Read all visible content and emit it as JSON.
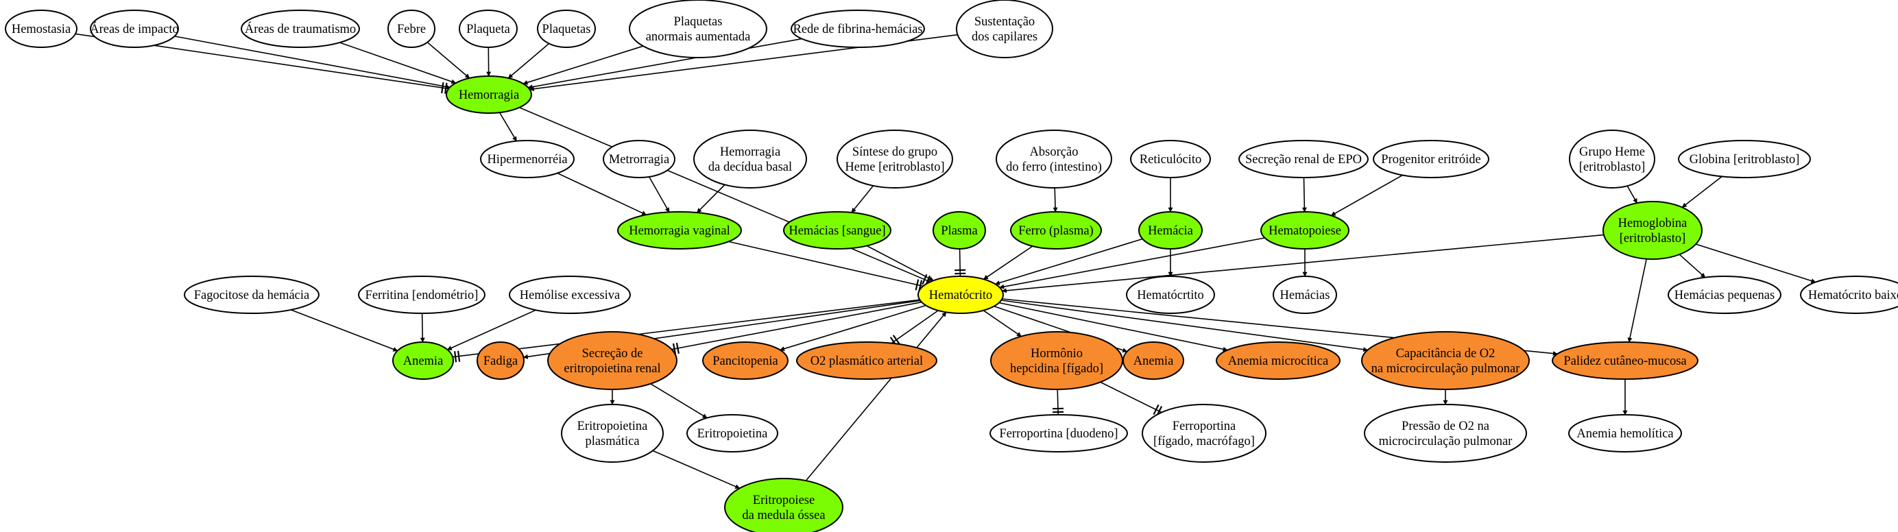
{
  "colors": {
    "white": "#ffffff",
    "green": "#7cfc00",
    "yellow": "#ffff00",
    "orange": "#f88a2e",
    "stroke": "#000000"
  },
  "nodes": [
    {
      "id": "hemostasia",
      "label": [
        "Hemostasia"
      ],
      "fill": "white"
    },
    {
      "id": "areas_impacto",
      "label": [
        "Áreas de impacto"
      ],
      "fill": "white"
    },
    {
      "id": "areas_trauma",
      "label": [
        "Áreas de traumatismo"
      ],
      "fill": "white"
    },
    {
      "id": "febre",
      "label": [
        "Febre"
      ],
      "fill": "white"
    },
    {
      "id": "plaqueta",
      "label": [
        "Plaqueta"
      ],
      "fill": "white"
    },
    {
      "id": "plaquetas",
      "label": [
        "Plaquetas"
      ],
      "fill": "white"
    },
    {
      "id": "plaquetas_anormais",
      "label": [
        "Plaquetas",
        "anormais aumentada"
      ],
      "fill": "white"
    },
    {
      "id": "rede_fibrina",
      "label": [
        "Rede de fibrina-hemácias"
      ],
      "fill": "white"
    },
    {
      "id": "sustentacao",
      "label": [
        "Sustentação",
        "dos capilares"
      ],
      "fill": "white"
    },
    {
      "id": "hemorragia",
      "label": [
        "Hemorragia"
      ],
      "fill": "green"
    },
    {
      "id": "hipermenorreia",
      "label": [
        "Hipermenorréia"
      ],
      "fill": "white"
    },
    {
      "id": "metrorragia",
      "label": [
        "Metrorragia"
      ],
      "fill": "white"
    },
    {
      "id": "hem_decidua",
      "label": [
        "Hemorragia",
        "da decídua basal"
      ],
      "fill": "white"
    },
    {
      "id": "sintese_heme",
      "label": [
        "Síntese do grupo",
        "Heme [eritroblasto]"
      ],
      "fill": "white"
    },
    {
      "id": "absorcao_ferro",
      "label": [
        "Absorção",
        "do ferro (intestino)"
      ],
      "fill": "white"
    },
    {
      "id": "reticulocito",
      "label": [
        "Reticulócito"
      ],
      "fill": "white"
    },
    {
      "id": "secrecao_epo",
      "label": [
        "Secreção renal de EPO"
      ],
      "fill": "white"
    },
    {
      "id": "progenitor",
      "label": [
        "Progenitor eritróide"
      ],
      "fill": "white"
    },
    {
      "id": "grupo_heme",
      "label": [
        "Grupo Heme",
        "[eritroblasto]"
      ],
      "fill": "white"
    },
    {
      "id": "globina",
      "label": [
        "Globina [eritroblasto]"
      ],
      "fill": "white"
    },
    {
      "id": "hem_vaginal",
      "label": [
        "Hemorragia vaginal"
      ],
      "fill": "green"
    },
    {
      "id": "hemacias_sangue",
      "label": [
        "Hemácias [sangue]"
      ],
      "fill": "green"
    },
    {
      "id": "plasma",
      "label": [
        "Plasma"
      ],
      "fill": "green"
    },
    {
      "id": "ferro_plasma",
      "label": [
        "Ferro (plasma)"
      ],
      "fill": "green"
    },
    {
      "id": "hemacia",
      "label": [
        "Hemácia"
      ],
      "fill": "green"
    },
    {
      "id": "hematopoiese",
      "label": [
        "Hematopoiese"
      ],
      "fill": "green"
    },
    {
      "id": "hemoglobina",
      "label": [
        "Hemoglobina",
        "[eritroblasto]"
      ],
      "fill": "green"
    },
    {
      "id": "hematocrito",
      "label": [
        "Hematócrito"
      ],
      "fill": "yellow"
    },
    {
      "id": "fagocitose",
      "label": [
        "Fagocitose da hemácia"
      ],
      "fill": "white"
    },
    {
      "id": "ferritina",
      "label": [
        "Ferritina [endométrio]"
      ],
      "fill": "white"
    },
    {
      "id": "hemolise",
      "label": [
        "Hemólise excessiva"
      ],
      "fill": "white"
    },
    {
      "id": "hematocrtito",
      "label": [
        "Hematócrtito"
      ],
      "fill": "white"
    },
    {
      "id": "hemacias",
      "label": [
        "Hemácias"
      ],
      "fill": "white"
    },
    {
      "id": "hemacias_peq",
      "label": [
        "Hemácias pequenas"
      ],
      "fill": "white"
    },
    {
      "id": "hematocrito_baixo",
      "label": [
        "Hematócrito baixo"
      ],
      "fill": "white"
    },
    {
      "id": "anemia_green",
      "label": [
        "Anemia"
      ],
      "fill": "green"
    },
    {
      "id": "fadiga",
      "label": [
        "Fadiga"
      ],
      "fill": "orange"
    },
    {
      "id": "secrecao_eritro",
      "label": [
        "Secreção de",
        "eritropoietina renal"
      ],
      "fill": "orange"
    },
    {
      "id": "pancitopenia",
      "label": [
        "Pancitopenia"
      ],
      "fill": "orange"
    },
    {
      "id": "o2_plasmatico",
      "label": [
        "O2 plasmático arterial"
      ],
      "fill": "orange"
    },
    {
      "id": "hepcidina",
      "label": [
        "Hormônio",
        "hepcidina [fígado]"
      ],
      "fill": "orange"
    },
    {
      "id": "anemia_orange",
      "label": [
        "Anemia"
      ],
      "fill": "orange"
    },
    {
      "id": "anemia_micro",
      "label": [
        "Anemia microcítica"
      ],
      "fill": "orange"
    },
    {
      "id": "capacitancia",
      "label": [
        "Capacitância de O2",
        "na microcirculação pulmonar"
      ],
      "fill": "orange"
    },
    {
      "id": "palidez",
      "label": [
        "Palidez cutâneo-mucosa"
      ],
      "fill": "orange"
    },
    {
      "id": "eritro_plasmatica",
      "label": [
        "Eritropoietina",
        "plasmática"
      ],
      "fill": "white"
    },
    {
      "id": "eritropoietina",
      "label": [
        "Eritropoietina"
      ],
      "fill": "white"
    },
    {
      "id": "ferroportina_duod",
      "label": [
        "Ferroportina [duodeno]"
      ],
      "fill": "white"
    },
    {
      "id": "ferroportina_fig",
      "label": [
        "Ferroportina",
        "[fígado, macrófago]"
      ],
      "fill": "white"
    },
    {
      "id": "pressao_o2",
      "label": [
        "Pressão de O2 na",
        "microcirculação pulmonar"
      ],
      "fill": "white"
    },
    {
      "id": "anemia_hemolitica",
      "label": [
        "Anemia hemolítica"
      ],
      "fill": "white"
    },
    {
      "id": "eritropoiese_medula",
      "label": [
        "Eritropoiese",
        "da medula óssea"
      ],
      "fill": "green"
    }
  ],
  "edges": [
    {
      "from": "hemostasia",
      "to": "hemorragia",
      "type": "tee"
    },
    {
      "from": "areas_impacto",
      "to": "hemorragia",
      "type": "arrow"
    },
    {
      "from": "areas_trauma",
      "to": "hemorragia",
      "type": "arrow"
    },
    {
      "from": "febre",
      "to": "hemorragia",
      "type": "arrow"
    },
    {
      "from": "plaqueta",
      "to": "hemorragia",
      "type": "arrow"
    },
    {
      "from": "plaquetas",
      "to": "hemorragia",
      "type": "arrow"
    },
    {
      "from": "plaquetas_anormais",
      "to": "hemorragia",
      "type": "arrow"
    },
    {
      "from": "rede_fibrina",
      "to": "hemorragia",
      "type": "arrow"
    },
    {
      "from": "sustentacao",
      "to": "hemorragia",
      "type": "arrow"
    },
    {
      "from": "hemorragia",
      "to": "hipermenorreia",
      "type": "arrow"
    },
    {
      "from": "hemorragia",
      "to": "hematocrito",
      "type": "tee"
    },
    {
      "from": "hipermenorreia",
      "to": "hem_vaginal",
      "type": "arrow"
    },
    {
      "from": "metrorragia",
      "to": "hem_vaginal",
      "type": "arrow"
    },
    {
      "from": "hem_decidua",
      "to": "hem_vaginal",
      "type": "arrow"
    },
    {
      "from": "sintese_heme",
      "to": "hemacias_sangue",
      "type": "arrow"
    },
    {
      "from": "absorcao_ferro",
      "to": "ferro_plasma",
      "type": "arrow"
    },
    {
      "from": "reticulocito",
      "to": "hemacia",
      "type": "arrow"
    },
    {
      "from": "secrecao_epo",
      "to": "hematopoiese",
      "type": "arrow"
    },
    {
      "from": "progenitor",
      "to": "hematopoiese",
      "type": "arrow"
    },
    {
      "from": "grupo_heme",
      "to": "hemoglobina",
      "type": "arrow"
    },
    {
      "from": "globina",
      "to": "hemoglobina",
      "type": "arrow"
    },
    {
      "from": "hem_vaginal",
      "to": "hematocrito",
      "type": "tee"
    },
    {
      "from": "hemacias_sangue",
      "to": "hematocrito",
      "type": "arrow"
    },
    {
      "from": "plasma",
      "to": "hematocrito",
      "type": "tee"
    },
    {
      "from": "ferro_plasma",
      "to": "hematocrito",
      "type": "arrow"
    },
    {
      "from": "hemacia",
      "to": "hematocrito",
      "type": "arrow"
    },
    {
      "from": "hemacia",
      "to": "hematocrtito",
      "type": "arrow"
    },
    {
      "from": "hematopoiese",
      "to": "hematocrito",
      "type": "arrow"
    },
    {
      "from": "hematopoiese",
      "to": "hemacias",
      "type": "arrow"
    },
    {
      "from": "hemoglobina",
      "to": "hematocrito",
      "type": "arrow"
    },
    {
      "from": "hemoglobina",
      "to": "hemacias_peq",
      "type": "arrow"
    },
    {
      "from": "hemoglobina",
      "to": "hematocrito_baixo",
      "type": "arrow"
    },
    {
      "from": "hemoglobina",
      "to": "palidez",
      "type": "arrow"
    },
    {
      "from": "hematocrito",
      "to": "anemia_green",
      "type": "tee"
    },
    {
      "from": "fagocitose",
      "to": "anemia_green",
      "type": "arrow"
    },
    {
      "from": "ferritina",
      "to": "anemia_green",
      "type": "arrow"
    },
    {
      "from": "hemolise",
      "to": "anemia_green",
      "type": "arrow"
    },
    {
      "from": "hematocrito",
      "to": "fadiga",
      "type": "arrow"
    },
    {
      "from": "hematocrito",
      "to": "secrecao_eritro",
      "type": "tee"
    },
    {
      "from": "hematocrito",
      "to": "pancitopenia",
      "type": "arrow"
    },
    {
      "from": "hematocrito",
      "to": "o2_plasmatico",
      "type": "tee"
    },
    {
      "from": "hematocrito",
      "to": "hepcidina",
      "type": "arrow"
    },
    {
      "from": "hematocrito",
      "to": "anemia_orange",
      "type": "arrow"
    },
    {
      "from": "hematocrito",
      "to": "anemia_micro",
      "type": "arrow"
    },
    {
      "from": "hematocrito",
      "to": "capacitancia",
      "type": "arrow"
    },
    {
      "from": "hematocrito",
      "to": "palidez",
      "type": "arrow"
    },
    {
      "from": "secrecao_eritro",
      "to": "eritro_plasmatica",
      "type": "arrow"
    },
    {
      "from": "secrecao_eritro",
      "to": "eritropoietina",
      "type": "arrow"
    },
    {
      "from": "eritro_plasmatica",
      "to": "eritropoiese_medula",
      "type": "arrow"
    },
    {
      "from": "eritropoiese_medula",
      "to": "hematocrito",
      "type": "arrow"
    },
    {
      "from": "hepcidina",
      "to": "ferroportina_duod",
      "type": "tee"
    },
    {
      "from": "hepcidina",
      "to": "ferroportina_fig",
      "type": "tee"
    },
    {
      "from": "capacitancia",
      "to": "pressao_o2",
      "type": "arrow"
    },
    {
      "from": "palidez",
      "to": "anemia_hemolitica",
      "type": "arrow"
    }
  ]
}
